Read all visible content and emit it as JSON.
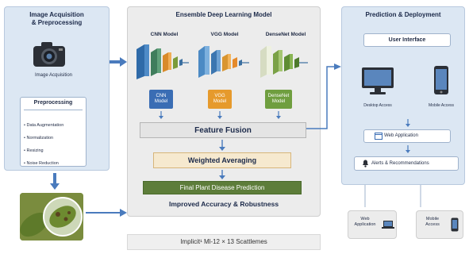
{
  "left": {
    "title_line1": "Image Acquisition",
    "title_line2": "& Preprocessing",
    "acquisition_label": "Image Acquisition",
    "preprocessing_title": "Preprocessing",
    "preprocessing_items": [
      "Data Augmentation",
      "Normalization",
      "Resizing",
      "Noise Reduction"
    ]
  },
  "center": {
    "title": "Ensemble Deep Learning Model",
    "models": [
      {
        "header": "CNN Model",
        "button": "CNN Model"
      },
      {
        "header": "VGG Model",
        "button": "VGG Model"
      },
      {
        "header": "DenseNet Model",
        "button": "DenseNet Model"
      }
    ],
    "feature_fusion": "Feature Fusion",
    "weighted_averaging": "Weighted Averaging",
    "final_prediction": "Final Plant Disease Prediction",
    "improved": "Improved Accuracy & Robustness"
  },
  "right": {
    "title": "Prediction & Deployment",
    "user_interface": "User Interface",
    "desktop_access": "Desktop Access",
    "mobile_access": "Mobile Access",
    "web_application": "Web Application",
    "alerts": "Alerts & Recommendations",
    "bottom_web": [
      "Web",
      "Application"
    ],
    "bottom_mobile": [
      "Mobile",
      "Access"
    ]
  },
  "footer": {
    "text": "Implicit¹ Ml-12 × 13 Scattlemes"
  },
  "colors": {
    "panel_blue": "#dce7f3",
    "panel_grey": "#ececec",
    "accent_blue": "#3a6db4",
    "accent_orange": "#e69a2c",
    "accent_green": "#6f9e3f",
    "arrow": "#4a7bbd"
  }
}
